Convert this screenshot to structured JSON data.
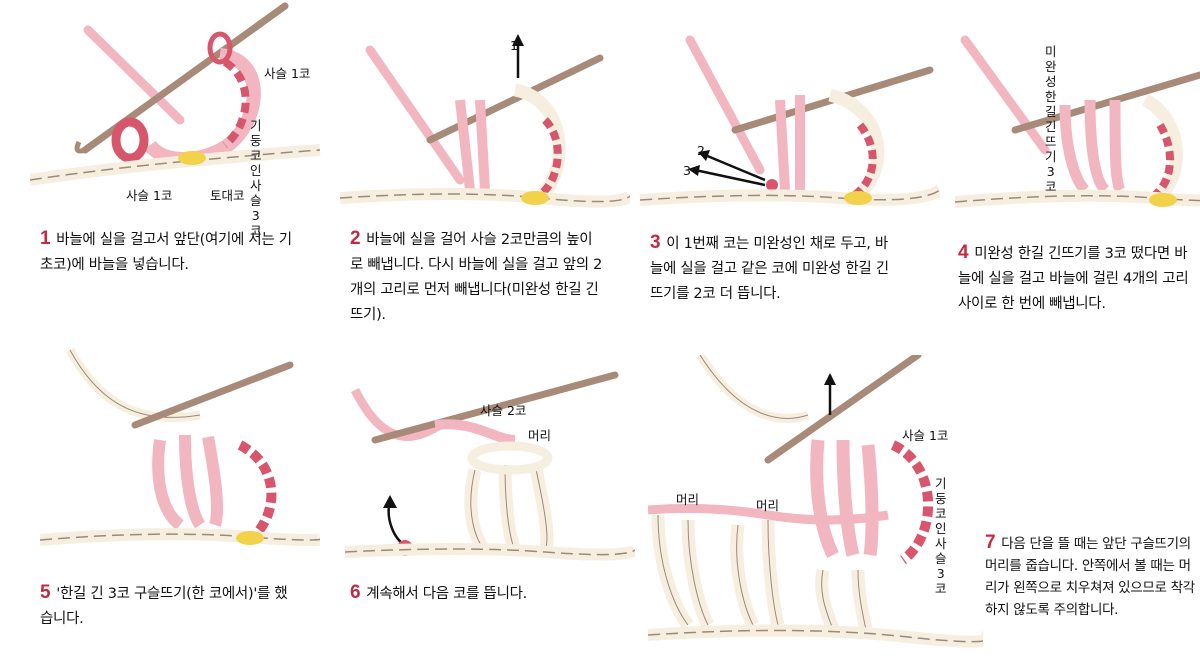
{
  "colors": {
    "step_number": "#c4293f",
    "yarn_pink": "#f2b6c1",
    "yarn_dark_pink": "#d8566b",
    "yarn_cream": "#f6eedf",
    "marker_yellow": "#f2d24a",
    "hook": "#a88a78"
  },
  "steps": [
    {
      "num": "1",
      "text": "바늘에 실을 걸고서 앞단(여기에 서는 기초코)에 바늘을 넣습니다.",
      "labels": {
        "chain1_top": "사슬 1코",
        "turning_chain": "기둥코인\n사슬 3코",
        "chain1_bottom": "사슬 1코",
        "base": "토대코"
      }
    },
    {
      "num": "2",
      "text": "바늘에 실을 걸어 사슬 2코만큼의 높이로 빼냅니다. 다시 바늘에 실을 걸고 앞의 2개의 고리로 먼저 빼냅니다(미완성 한길 긴뜨기).",
      "labels": {
        "arrow1": "1"
      }
    },
    {
      "num": "3",
      "text": "이 1번째 코는 미완성인 채로 두고, 바늘에 실을 걸고 같은 코에 미완성 한길 긴뜨기를 2코 더 뜹니다.",
      "labels": {
        "arrow2": "2",
        "arrow3": "3"
      }
    },
    {
      "num": "4",
      "text": "미완성 한길 긴뜨기를 3코 떴다면 바늘에 실을 걸고 바늘에 걸린 4개의 고리 사이로 한 번에 빼냅니다.",
      "labels": {
        "unfinished": "미완성 한길 긴뜨기\n3코"
      }
    },
    {
      "num": "5",
      "text": "'한길 긴 3코 구슬뜨기(한 코에서)'를 했습니다.",
      "labels": {}
    },
    {
      "num": "6",
      "text": "계속해서 다음 코를 뜹니다.",
      "labels": {
        "chain2": "사슬 2코",
        "head": "머리"
      }
    },
    {
      "num": "7",
      "text": "다음 단을 뜰 때는 앞단 구슬뜨기의 머리를 줍습니다. 안쪽에서 볼 때는 머리가 왼쪽으로 치우쳐져 있으므로 착각하지 않도록 주의합니다.",
      "labels": {
        "chain1": "사슬 1코",
        "turning_chain": "기둥코인\n사슬 3코",
        "head_left": "머리",
        "head_mid": "머리"
      }
    }
  ]
}
